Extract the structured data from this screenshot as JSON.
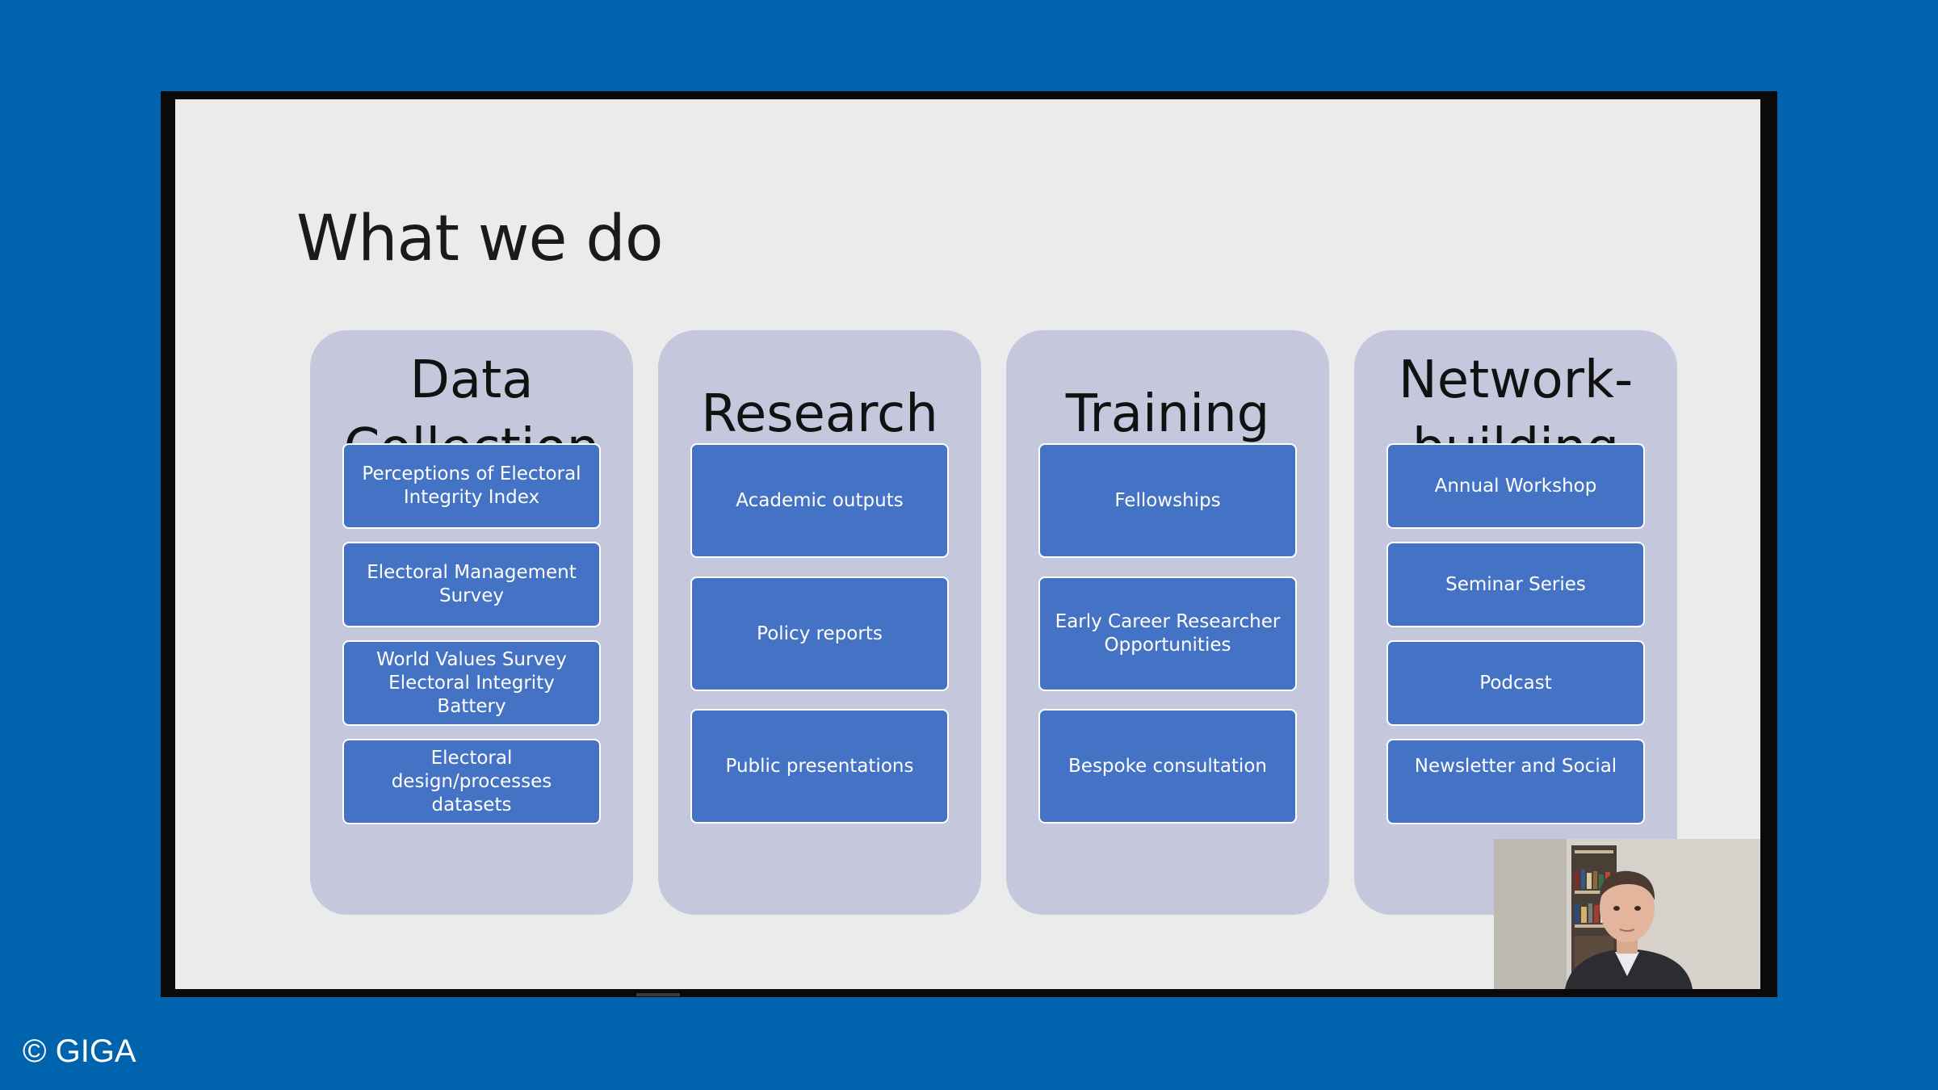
{
  "slide": {
    "title": "What we do",
    "columns": [
      {
        "title": "Data\nCollection",
        "items": [
          "Perceptions of Electoral Integrity Index",
          "Electoral Management Survey",
          "World Values Survey Electoral Integrity Battery",
          "Electoral design/processes datasets"
        ]
      },
      {
        "title": "Research",
        "items": [
          "Academic outputs",
          "Policy reports",
          "Public presentations"
        ]
      },
      {
        "title": "Training",
        "items": [
          "Fellowships",
          "Early Career Researcher Opportunities",
          "Bespoke consultation"
        ]
      },
      {
        "title": "Network-\nbuilding",
        "items": [
          "Annual Workshop",
          "Seminar Series",
          "Podcast",
          "Newsletter and Social"
        ]
      }
    ]
  },
  "footer": {
    "copyright": "© GIGA"
  },
  "colors": {
    "background": "#0063ae",
    "slide": "#ebebeb",
    "column": "#c5c8dd",
    "box": "#4472c4"
  },
  "icons": {
    "webcam": "presenter-video-icon"
  }
}
